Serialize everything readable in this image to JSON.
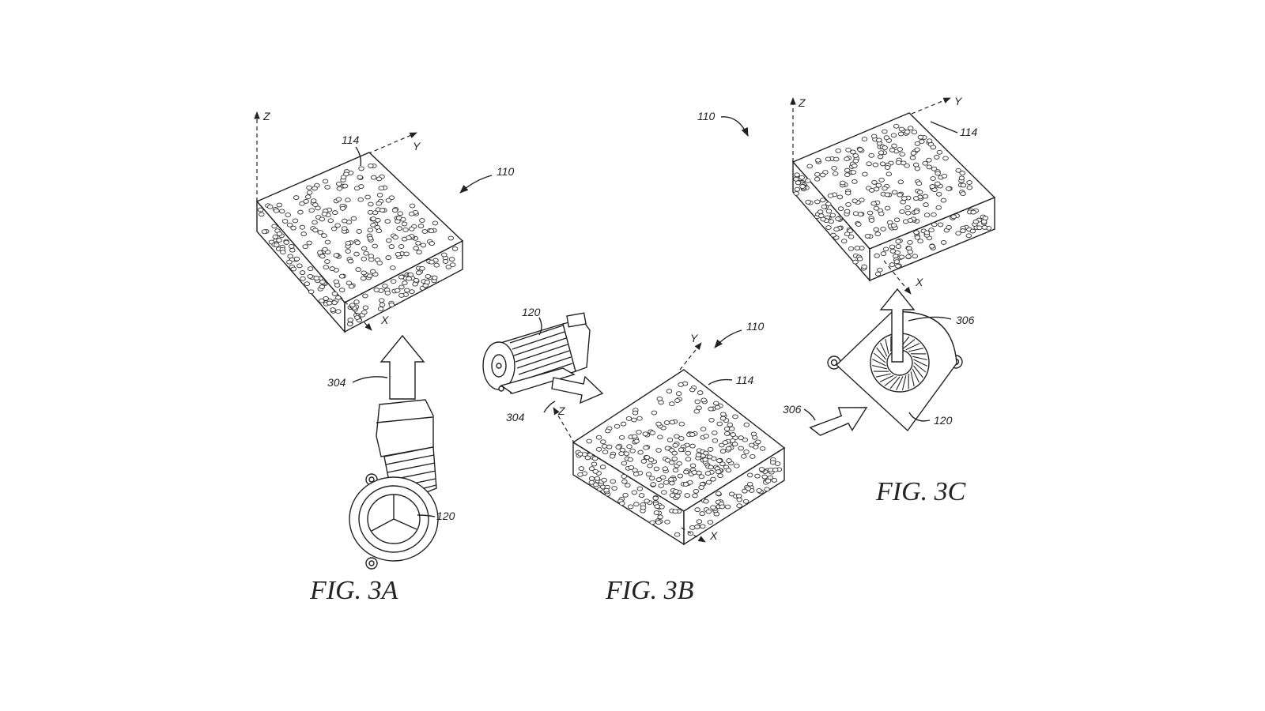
{
  "figures": [
    {
      "id": "3A",
      "caption": "FIG. 3A",
      "axes": {
        "z": "Z",
        "y": "Y",
        "x": "X"
      },
      "refs": {
        "block": "110",
        "surface": "114",
        "airflow": "304",
        "fan": "120"
      }
    },
    {
      "id": "3B",
      "caption": "FIG. 3B",
      "axes": {
        "z": "Z",
        "y": "Y",
        "x": "X"
      },
      "refs": {
        "block": "110",
        "surface": "114",
        "airflow": "304",
        "fan": "120"
      }
    },
    {
      "id": "3C",
      "caption": "FIG. 3C",
      "axes": {
        "z": "Z",
        "y": "Y",
        "x": "X"
      },
      "refs": {
        "block": "110",
        "surface": "114",
        "airflow_out": "306",
        "airflow_in": "306",
        "fan": "120"
      }
    }
  ]
}
